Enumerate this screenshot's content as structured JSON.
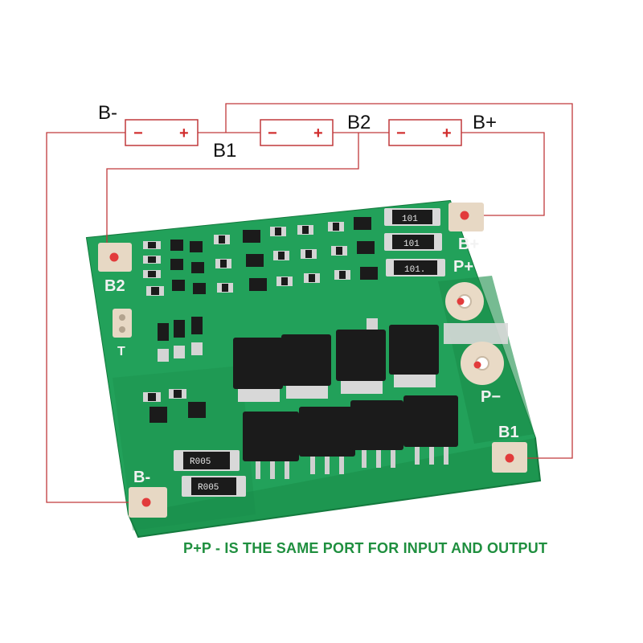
{
  "wiring": {
    "labels": {
      "b_minus": "B-",
      "b1": "B1",
      "b2": "B2",
      "b_plus": "B+"
    },
    "cell_terminals": {
      "minus": "−",
      "plus": "+"
    },
    "wire_color": "#c0393b"
  },
  "board": {
    "pads": {
      "b2": "B2",
      "b_plus": "B+",
      "p_plus": "P+",
      "p_minus": "P−",
      "b1": "B1",
      "b_minus": "B-",
      "t": "T"
    },
    "resistors": {
      "r1": "101",
      "r2": "101",
      "r3": "101.",
      "shunt1": "R005",
      "shunt2": "R005"
    },
    "colors": {
      "pcb": "#1f9a55",
      "pad": "#e7d8c4",
      "mosfet": "#1b1b1b"
    }
  },
  "caption": "P+P - IS THE SAME PORT FOR INPUT AND OUTPUT"
}
